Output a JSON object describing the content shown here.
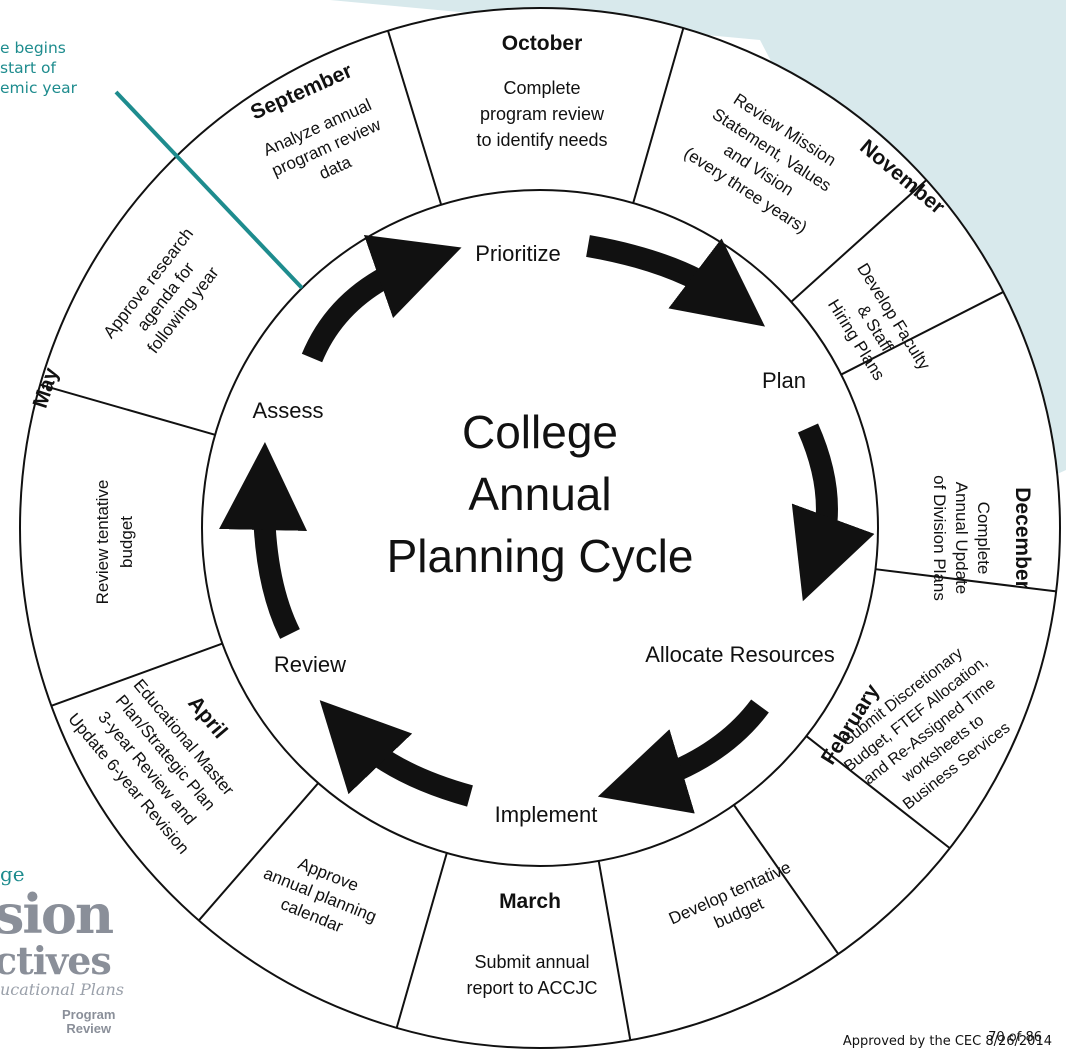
{
  "diagram": {
    "center_title": [
      "College",
      "Annual",
      "Planning Cycle"
    ],
    "cycle_steps": [
      "Prioritize",
      "Plan",
      "Allocate Resources",
      "Implement",
      "Review",
      "Assess"
    ],
    "months": {
      "october": {
        "month": "October",
        "text": [
          "Complete",
          "program review",
          "to identify needs"
        ]
      },
      "november": {
        "month": "November",
        "text": [
          "Review Mission",
          "Statement, Values",
          "and Vision",
          "(every three years)"
        ]
      },
      "november_hiring": {
        "text": [
          "Develop Faculty",
          "& Staff",
          "Hiring Plans"
        ]
      },
      "december": {
        "month": "December",
        "text": [
          "Complete",
          "Annual Update",
          "of Division Plans"
        ]
      },
      "february": {
        "month": "February",
        "text": [
          "Submit Discretionary",
          "Budget, FTEF Allocation,",
          "and Re-Assigned Time",
          "worksheets to",
          "Business Services"
        ]
      },
      "february_budget": {
        "text": [
          "Develop tentative",
          "budget"
        ]
      },
      "march": {
        "month": "March",
        "text": [
          "Submit annual",
          "report to ACCJC"
        ]
      },
      "march_calendar": {
        "text": [
          "Approve",
          "annual planning",
          "calendar"
        ]
      },
      "april": {
        "month": "April",
        "text": [
          "Educational Master",
          "Plan/Strategic Plan",
          "3-year Review and",
          "Update 6-year Revision"
        ]
      },
      "may_budget": {
        "text": [
          "Review tentative",
          "budget"
        ]
      },
      "may": {
        "month": "May",
        "text": [
          "Approve research",
          "agenda for",
          "following year"
        ]
      },
      "september": {
        "month": "September",
        "text": [
          "Analyze annual",
          "program review",
          "data"
        ]
      }
    }
  },
  "callout": {
    "lines": [
      "e begins",
      "start of",
      "emic year"
    ]
  },
  "footer": {
    "approved": "Approved by the CEC 8/26/2014",
    "page": "70 of 86"
  },
  "logo": {
    "line1": "ge",
    "line2": "sion",
    "line3": "ctives",
    "line4": "ucational Plans",
    "line5a": "Program",
    "line5b": "Review"
  },
  "colors": {
    "teal": "#1e8c8e",
    "band": "#d8e9ec",
    "ink": "#111111"
  }
}
